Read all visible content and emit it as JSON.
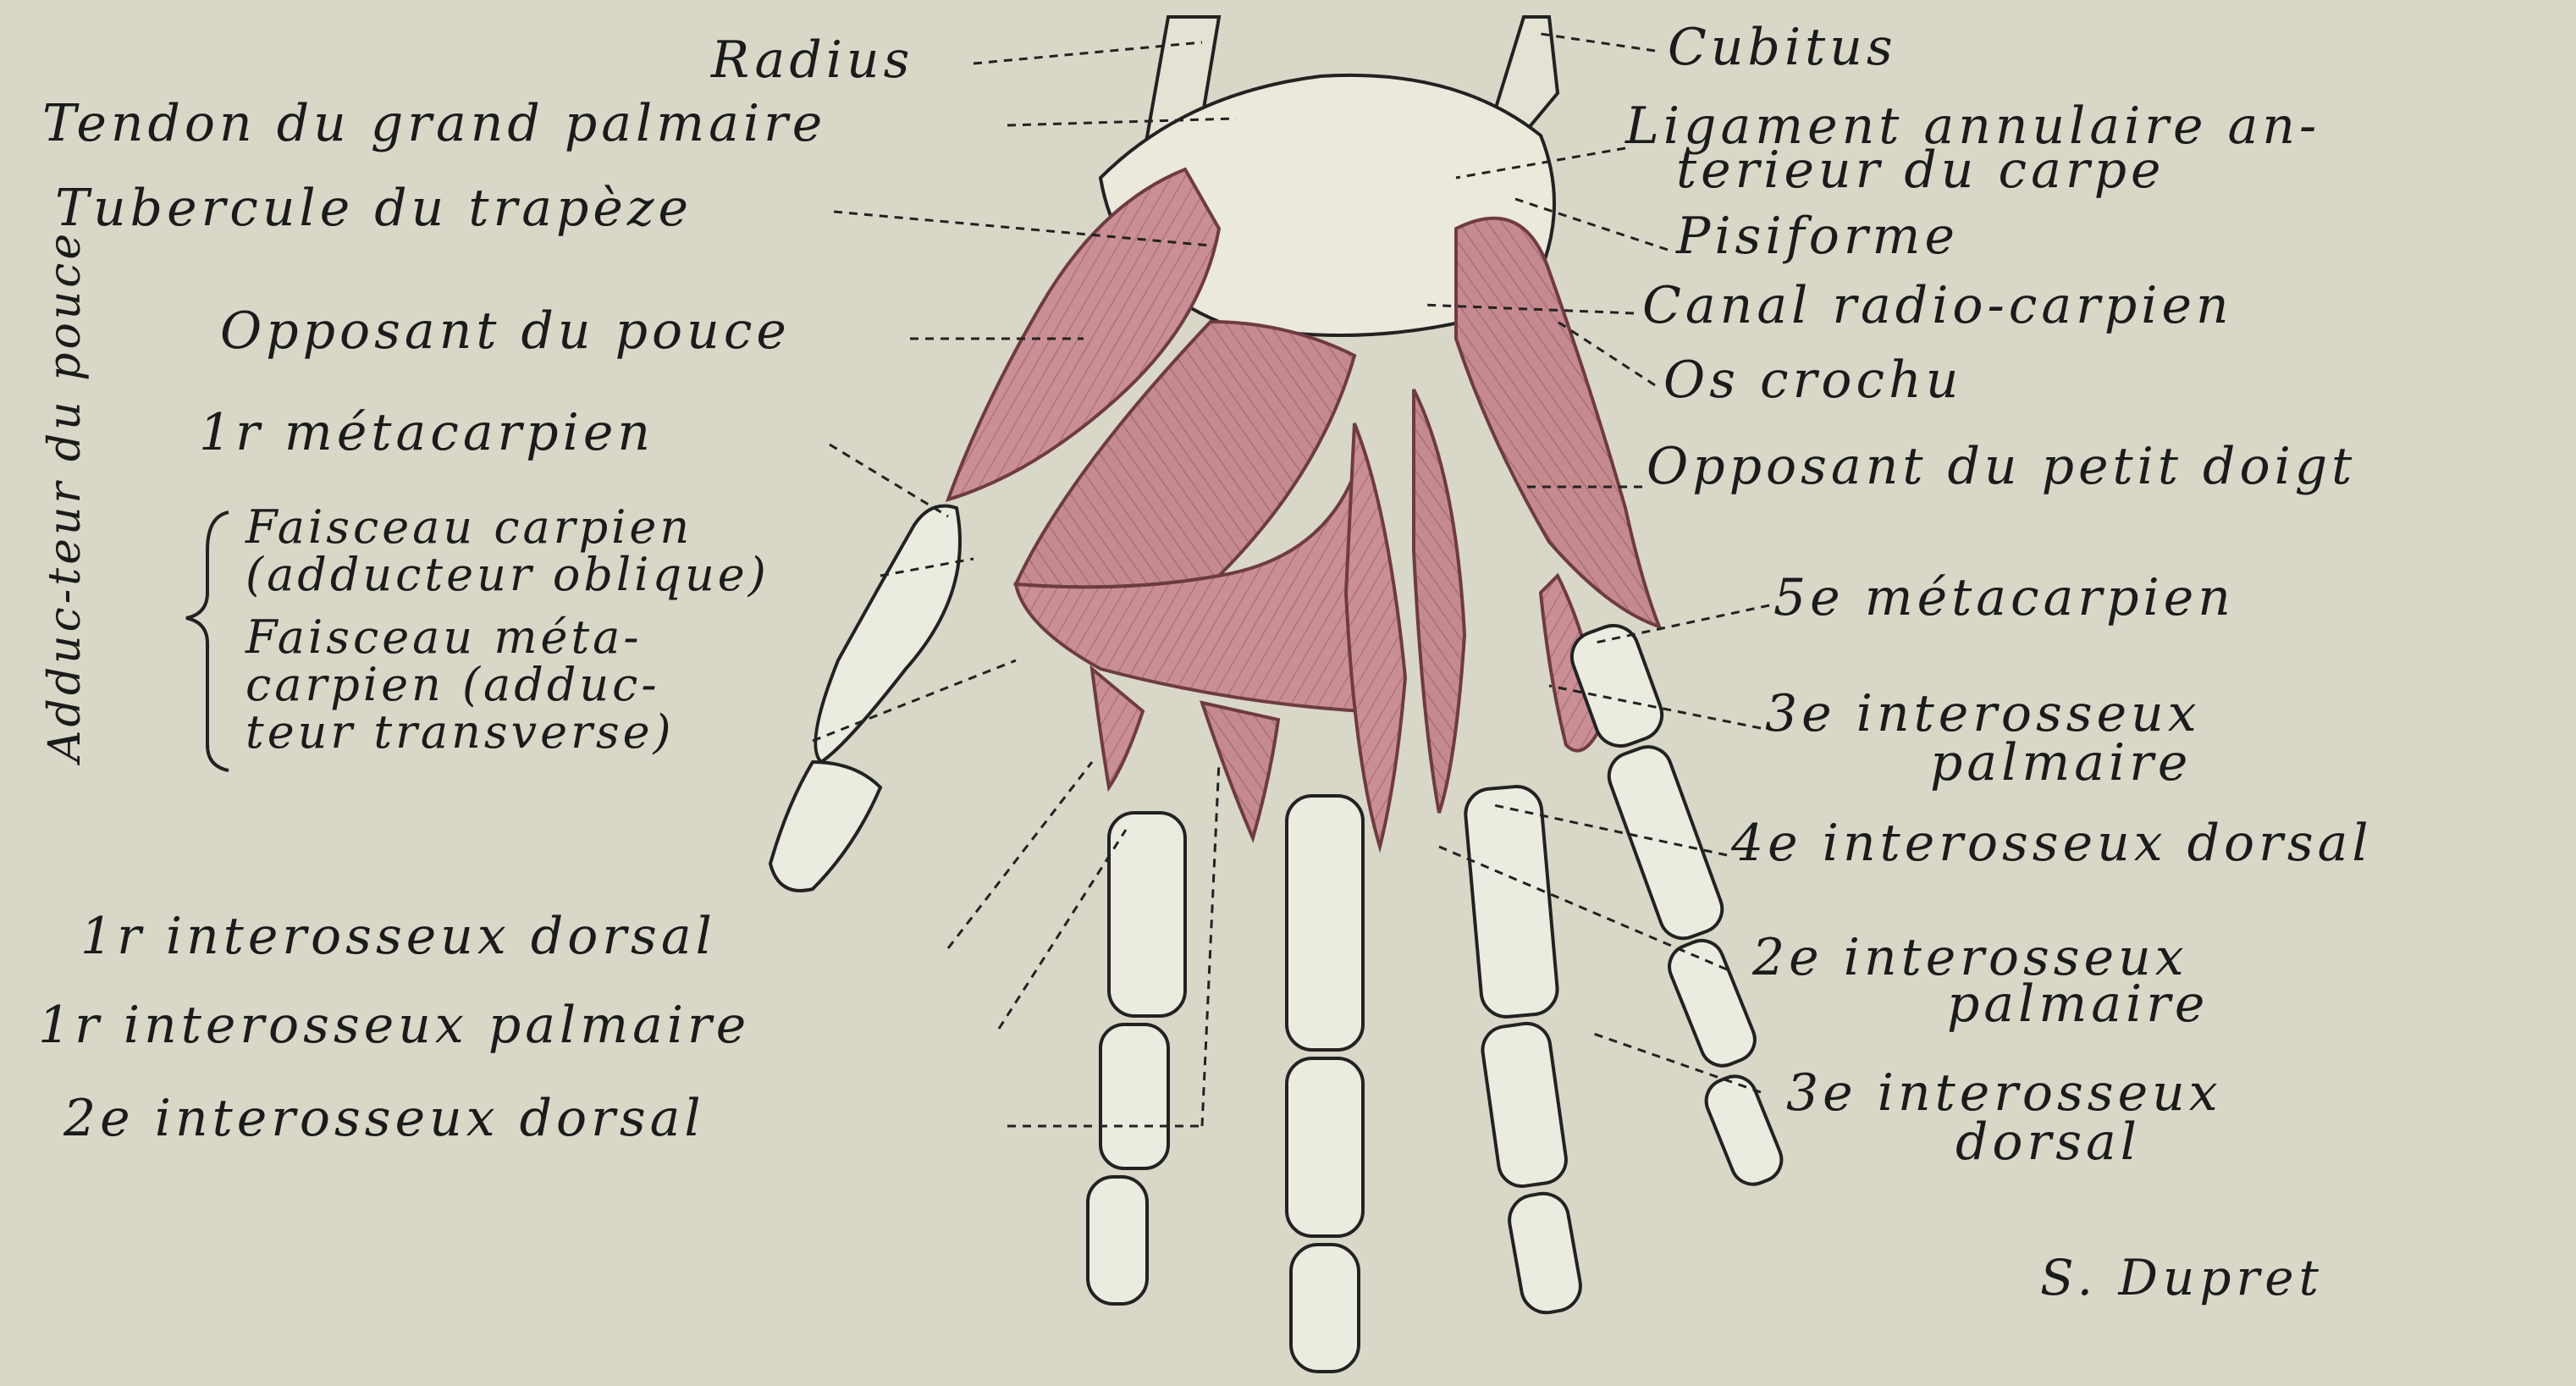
{
  "labels": {
    "radius": "Radius",
    "tendon_grand_palmaire": "Tendon du grand palmaire",
    "tubercule_trapeze": "Tubercule du trapèze",
    "opposant_pouce": "Opposant du pouce",
    "premier_metacarpien": "1r métacarpien",
    "faisceau_carpien_1": "Faisceau carpien",
    "faisceau_carpien_2": "(adducteur oblique)",
    "faisceau_meta_1": "Faisceau méta-",
    "faisceau_meta_2": "carpien (adduc-",
    "faisceau_meta_3": "teur transverse)",
    "adducteur_pouce": "Adduc-teur du pouce",
    "premier_interosseux_dorsal": "1r interosseux dorsal",
    "premier_interosseux_palmaire": "1r interosseux palmaire",
    "deuxieme_interosseux_dorsal": "2e interosseux dorsal",
    "cubitus": "Cubitus",
    "ligament_annulaire_1": "Ligament annulaire an-",
    "ligament_annulaire_2": "terieur du carpe",
    "pisiforme": "Pisiforme",
    "canal_radio_carpien": "Canal radio-carpien",
    "os_crochu": "Os crochu",
    "opposant_petit_doigt": "Opposant du petit doigt",
    "cinquieme_metacarpien": "5e métacarpien",
    "troisieme_interosseux_palmaire_1": "3e interosseux",
    "troisieme_interosseux_palmaire_2": "palmaire",
    "quatrieme_interosseux_dorsal": "4e interosseux dorsal",
    "deuxieme_interosseux_palmaire_1": "2e interosseux",
    "deuxieme_interosseux_palmaire_2": "palmaire",
    "troisieme_interosseux_dorsal_1": "3e interosseux",
    "troisieme_interosseux_dorsal_2": "dorsal"
  },
  "signature": "S. Dupret",
  "colors": {
    "paper": "#d9d7c8",
    "muscle": "#c98f94",
    "muscle_dark": "#8e4f58",
    "ink": "#1b1b1b",
    "bone": "#ecebe0"
  }
}
